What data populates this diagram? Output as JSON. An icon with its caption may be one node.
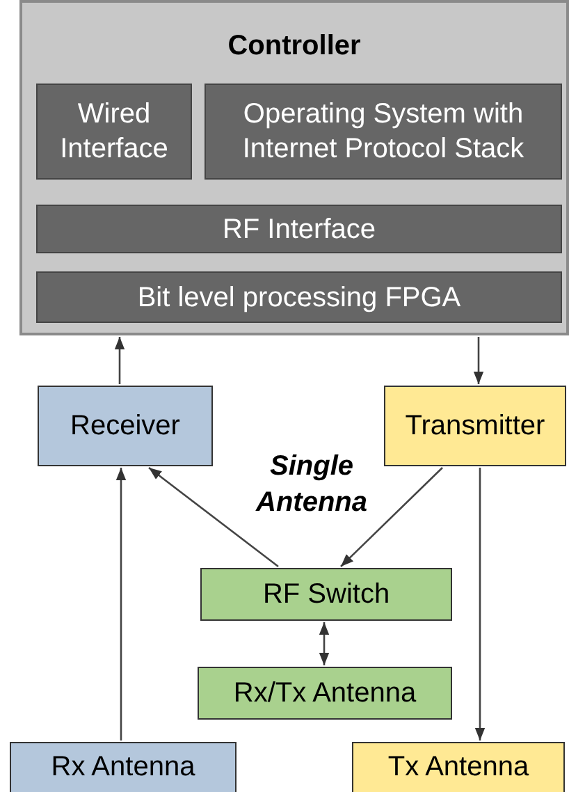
{
  "diagram": {
    "nodes": [
      {
        "text": [
          "Controller"
        ]
      },
      {
        "text": [
          "Wired Interface"
        ],
        "in": 0
      },
      {
        "text": [
          "Operating System with Internet Protocol Stack"
        ],
        "in": 0
      },
      {
        "text": [
          "RF Interface"
        ],
        "in": 0
      },
      {
        "text": [
          "Bit level processing FPGA"
        ],
        "in": 0
      },
      {
        "text": [
          "Receiver"
        ]
      },
      {
        "text": [
          "Transmitter"
        ]
      },
      {
        "text": [
          "RF Switch"
        ]
      },
      {
        "text": [
          "Rx/Tx Antenna"
        ]
      },
      {
        "text": [
          "Rx Antenna"
        ]
      },
      {
        "text": [
          "Tx Antenna"
        ]
      }
    ],
    "edges": [
      {
        "from": 5,
        "to": 0,
        "arrow": "to"
      },
      {
        "from": 0,
        "to": 6,
        "arrow": "to"
      },
      {
        "from": 7,
        "to": 5,
        "arrow": "to"
      },
      {
        "from": 6,
        "to": 7,
        "arrow": "to"
      },
      {
        "from": 7,
        "to": 8,
        "arrow": "both"
      },
      {
        "from": 9,
        "to": 5,
        "arrow": "to"
      },
      {
        "from": 6,
        "to": 10,
        "arrow": "to"
      }
    ],
    "labels": [
      "Single Antenna"
    ]
  }
}
